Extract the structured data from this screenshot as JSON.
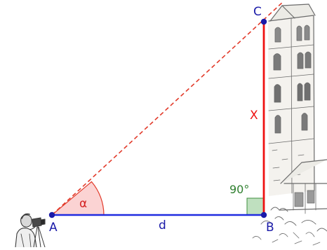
{
  "diagram": {
    "points": {
      "a": "A",
      "b": "B",
      "c": "C"
    },
    "labels": {
      "distance": "d",
      "height": "X",
      "angle": "α",
      "right_angle": "90°"
    },
    "colors": {
      "baseline": "#1f2be0",
      "height_line": "#ee1111",
      "sight_line": "#e23a2a",
      "angle_fill": "#fbd3d3",
      "angle_stroke": "#e23a2a",
      "right_angle_fill": "#bfe0bf",
      "right_angle_stroke": "#3f8f3f",
      "right_angle_text": "#2f7f2f",
      "vertex": "#1a1aa8",
      "tower_ink": "#6b6b6b"
    },
    "illustrations": {
      "tower": "bell-tower-sketch",
      "observer": "surveyor-with-theodolite-sketch"
    }
  }
}
